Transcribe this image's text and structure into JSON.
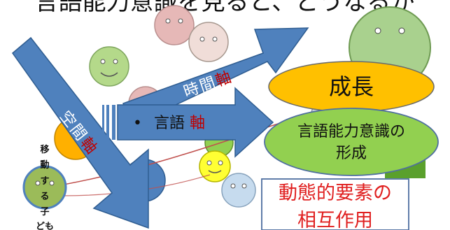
{
  "title": "言語能力意識を見ると、どうなるか",
  "axes": {
    "time": {
      "chars": [
        "時",
        "間",
        "軸"
      ]
    },
    "space": {
      "chars": [
        "空",
        "間",
        "軸"
      ]
    },
    "language": {
      "bullet": "•",
      "word": "言語",
      "suffix": "軸"
    }
  },
  "ovals": {
    "growth": "成長",
    "formation_line1": "言語能力意識の",
    "formation_line2": "形成"
  },
  "dynamic": {
    "line1": "動態的要素の",
    "line2": "相互作用"
  },
  "child": [
    "移",
    "動",
    "す",
    "る",
    "子",
    "ども"
  ],
  "colors": {
    "arrow": "#4f81bd",
    "arrow_dark": "#2f5d91",
    "axis_red": "#c00000",
    "growth_oval": "#ffc000",
    "formation_oval": "#92d050",
    "dynamic_text": "#e02020",
    "curve": "#c0504d",
    "face_pink": "#e6b8b7",
    "face_green": "#b4d98a",
    "face_yellow": "#ffff33",
    "face_orange": "#ffb000",
    "face_grey": "#c8d0dc",
    "face_lightblue": "#c6dbee",
    "face_big": "#a9d18e"
  }
}
